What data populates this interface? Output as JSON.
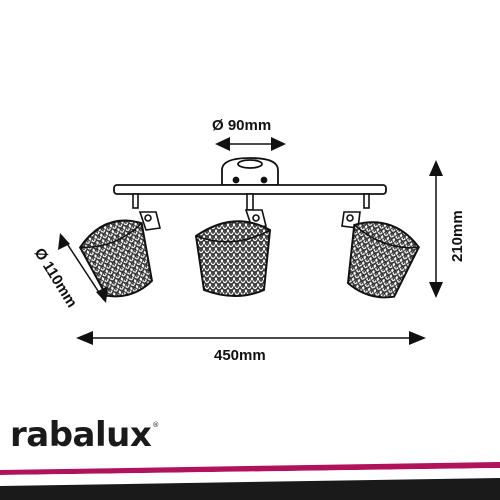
{
  "dimensions": {
    "base_diameter": "Ø 90mm",
    "shade_diameter": "Ø 110mm",
    "height": "210mm",
    "width": "450mm"
  },
  "brand": {
    "name": "rabalux",
    "mark": "®"
  },
  "colors": {
    "line": "#1a1a1a",
    "band_magenta": "#b0125b",
    "band_dark": "#1a1a1a"
  }
}
